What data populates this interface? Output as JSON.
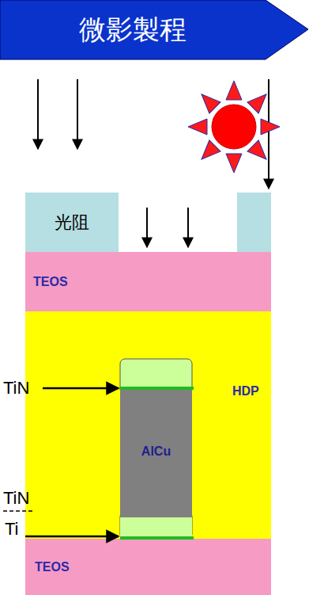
{
  "diagram": {
    "nodes": [
      {
        "text": [
          "微影製程"
        ]
      },
      {
        "text": [
          "光阻"
        ]
      },
      {
        "text": [
          "TEOS"
        ]
      },
      {
        "text": [
          "HDP"
        ]
      },
      {
        "text": [
          "AlCu"
        ],
        "in": 3
      },
      {
        "text": [
          "TEOS"
        ]
      }
    ],
    "labels": [
      "TiN",
      "TiN",
      "Ti"
    ]
  }
}
